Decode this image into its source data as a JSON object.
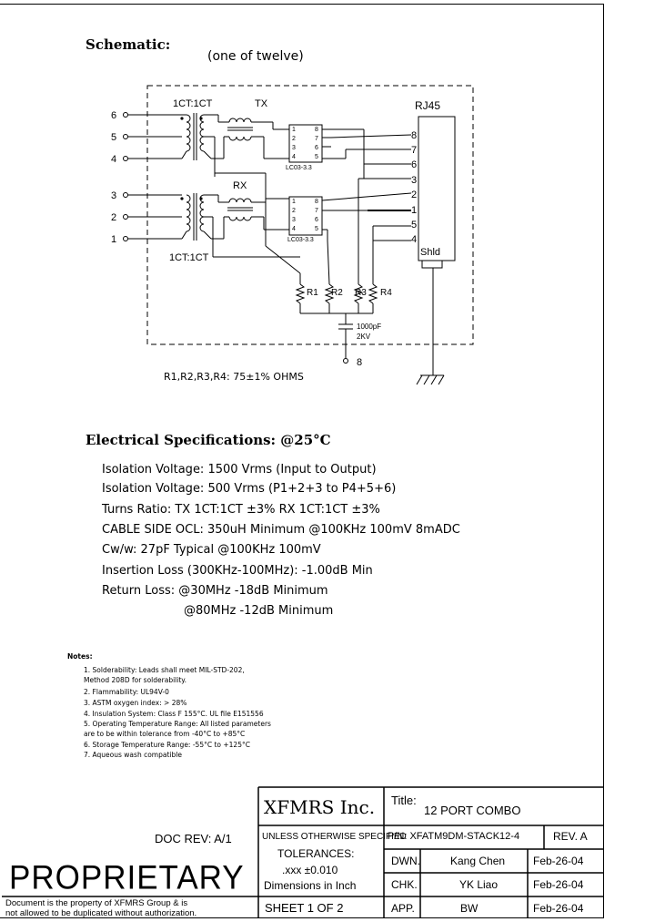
{
  "schematic": {
    "heading": "Schematic:",
    "subheading": "(one of twelve)",
    "ratio_top": "1CT:1CT",
    "ratio_bottom": "1CT:1CT",
    "tx": "TX",
    "rx": "RX",
    "connector": "RJ45",
    "shield": "Shld",
    "ic_label": "LC03-3.3",
    "ic_pins_left": [
      "1",
      "2",
      "3",
      "4"
    ],
    "ic_pins_right": [
      "8",
      "7",
      "6",
      "5"
    ],
    "left_pins_top": [
      "6",
      "5",
      "4"
    ],
    "left_pins_bottom": [
      "3",
      "2",
      "1"
    ],
    "rj45_pins": [
      "8",
      "7",
      "6",
      "3",
      "2",
      "1",
      "5",
      "4"
    ],
    "resistors": [
      "R1",
      "R2",
      "R3",
      "R4"
    ],
    "cap_value": "1000pF",
    "cap_voltage": "2KV",
    "ground_pin": "8",
    "resistor_note": "R1,R2,R3,R4: 75±1% OHMS"
  },
  "electrical": {
    "heading": "Electrical Specifications: @25°C",
    "lines": [
      "Isolation Voltage:  1500 Vrms (Input to Output)",
      "Isolation Voltage:  500 Vrms (P1+2+3 to P4+5+6)",
      "Turns Ratio: TX 1CT:1CT ±3% RX 1CT:1CT ±3%",
      "CABLE SIDE OCL: 350uH Minimum @100KHz 100mV 8mADC",
      "Cw/w: 27pF Typical @100KHz 100mV",
      "Insertion Loss (300KHz-100MHz): -1.00dB Min",
      "Return Loss: @30MHz  -18dB Minimum",
      "@80MHz  -12dB Minimum"
    ]
  },
  "notes": {
    "heading": "Notes:",
    "items": [
      "1. Solderability: Leads shall meet MIL-STD-202,",
      "   Method 208D for solderability.",
      "2. Flammability: UL94V-0",
      "3. ASTM oxygen index: > 28%",
      "4. Insulation System: Class F 155°C. UL file E151556",
      "5. Operating Temperature Range: All listed parameters",
      "   are to be within tolerance from -40°C to +85°C",
      "6. Storage Temperature Range: -55°C to +125°C",
      "7. Aqueous wash compatible"
    ]
  },
  "title_block": {
    "company": "XFMRS Inc.",
    "title_label": "Title:",
    "title": "12 PORT COMBO",
    "doc_rev": "DOC REV: A/1",
    "unless": "UNLESS OTHERWISE SPECIFIED",
    "tolerances": "TOLERANCES:",
    "tol_value": ".xxx ±0.010",
    "dimensions": "Dimensions in Inch",
    "pn": "P/N: XFATM9DM-STACK12-4",
    "rev": "REV. A",
    "dwn_label": "DWN.",
    "dwn_name": "Kang Chen",
    "dwn_date": "Feb-26-04",
    "chk_label": "CHK.",
    "chk_name": "YK Liao",
    "chk_date": "Feb-26-04",
    "app_label": "APP.",
    "app_name": "BW",
    "app_date": "Feb-26-04",
    "sheet": "SHEET 1 OF 2",
    "proprietary": "PROPRIETARY",
    "prop_line1": "Document is the property of XFMRS Group & is",
    "prop_line2": "not allowed to be duplicated without authorization."
  }
}
